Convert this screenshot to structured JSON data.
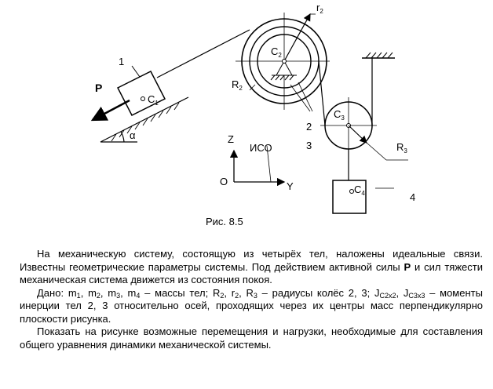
{
  "figure": {
    "labels": {
      "body1": "1",
      "force": "P",
      "c1": "C",
      "c1_sub": "1",
      "alpha": "α",
      "r2": "r",
      "r2_sub": "2",
      "c2": "C",
      "c2_sub": "2",
      "R2": "R",
      "R2_sub": "2",
      "c3": "C",
      "c3_sub": "3",
      "n2": "2",
      "n3": "3",
      "R3": "R",
      "R3_sub": "3",
      "c4": "C",
      "c4_sub": "4",
      "n4": "4",
      "z": "Z",
      "o": "O",
      "y": "Y",
      "iso": "ИСО"
    }
  },
  "caption": "Рис. 8.5",
  "text": {
    "p1_a": "На механическую систему, состоящую из четырёх тел, наложены идеальные связи. Известны геометрические параметры системы. Под действием активной силы ",
    "p1_bold": "P",
    "p1_b": " и сил тяжести механическая система движется из состояния покоя.",
    "p2_prefix": "Дано: ",
    "m": "m",
    "s1": "1",
    "s2": "2",
    "s3": "3",
    "s4": "4",
    "comma": ", ",
    "masses_tail": " – массы тел; ",
    "R": "R",
    "r": "r",
    "radii_tail": " – радиусы колёс 2, 3;  ",
    "J": "J",
    "j2_sub": "C2x2",
    "j3_sub": "C3x3",
    "inertia_tail": " – моменты инерции тел 2, 3 относительно осей, проходящих через их центры масс перпендикулярно плоскости рисунка.",
    "p3": "Показать на рисунке возможные перемещения и нагрузки, необходимые для составления общего уравнения динамики механической системы."
  }
}
